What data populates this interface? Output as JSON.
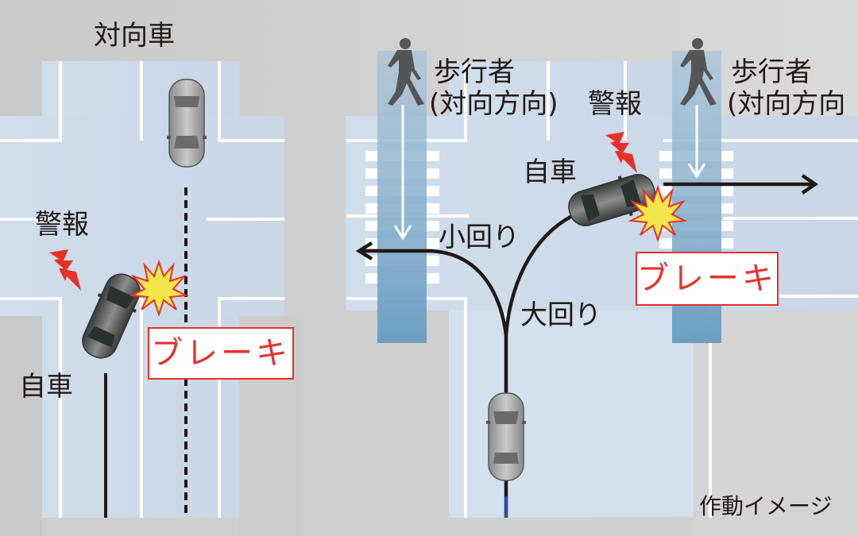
{
  "left_panel": {
    "oncoming_vehicle_label": "対向車",
    "warning_label": "警報",
    "own_vehicle_label": "自車",
    "brake_label": "ブレーキ"
  },
  "right_panel": {
    "pedestrian_left_label_line1": "歩行者",
    "pedestrian_left_label_line2": "(対向方向)",
    "pedestrian_right_label_line1": "歩行者",
    "pedestrian_right_label_line2": "(対向方向",
    "warning_label": "警報",
    "own_vehicle_label": "自車",
    "small_turn_label": "小回り",
    "wide_turn_label": "大回り",
    "brake_label": "ブレーキ"
  },
  "caption": "作動イメージ",
  "colors": {
    "road": "#d6e2ef",
    "crosswalk_band": "#7aa6c8",
    "warning_bolt": "#e8302a",
    "impact_fill": "#f2e64a",
    "brake_text": "#e8302a",
    "path_line": "#231815",
    "own_path_tail": "#2a4aa8"
  }
}
